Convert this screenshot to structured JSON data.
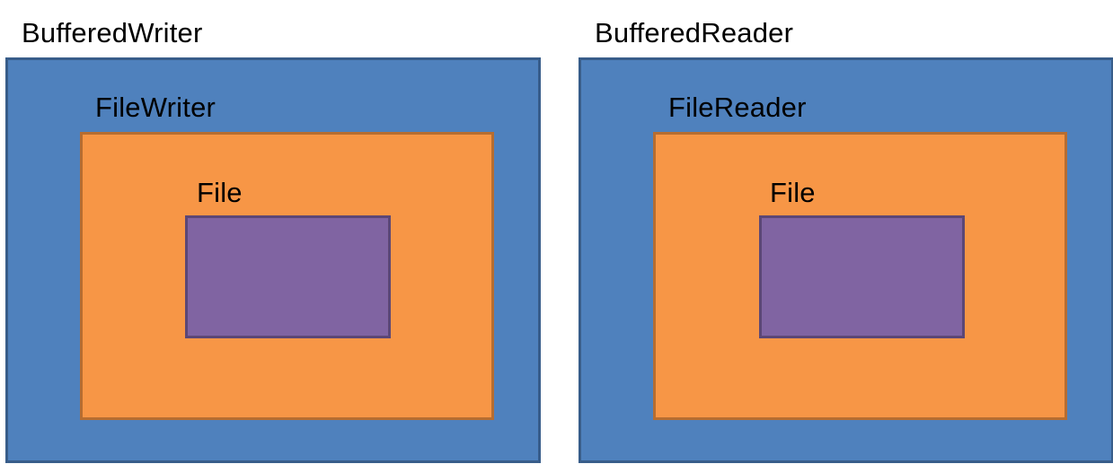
{
  "diagrams": [
    {
      "outer_label": "BufferedWriter",
      "middle_label": "FileWriter",
      "inner_label": "File"
    },
    {
      "outer_label": "BufferedReader",
      "middle_label": "FileReader",
      "inner_label": "File"
    }
  ],
  "colors": {
    "outer_fill": "#4f81bd",
    "middle_fill": "#f79646",
    "inner_fill": "#8064a2"
  }
}
